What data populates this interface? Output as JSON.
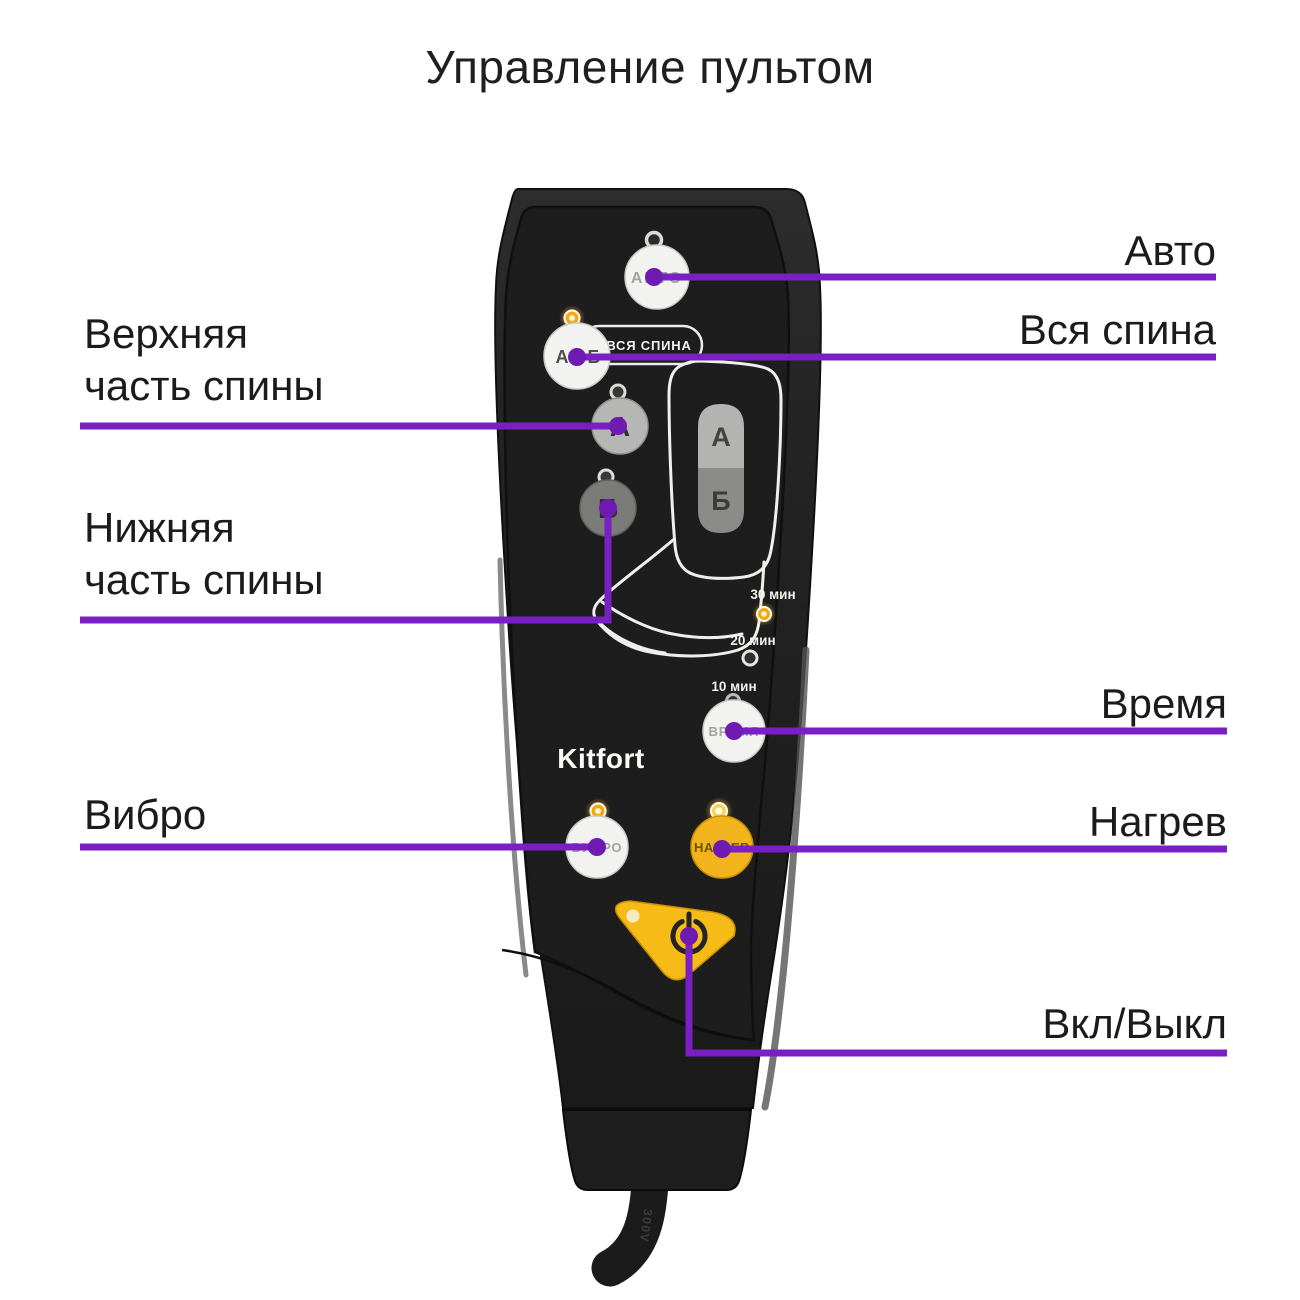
{
  "title": "Управление пультом",
  "colors": {
    "accent_purple": "#7a1fc4",
    "remote_body": "#232323",
    "panel": "#1d1d1d",
    "button_white": "#f2f2f0",
    "heat_yellow": "#f2b41c",
    "power_yellow": "#f6bb16",
    "led_lit": "#f7a81b"
  },
  "remote": {
    "brand": "Kitfort",
    "buttons": {
      "auto": "АВТО",
      "ab_left": "А",
      "ab_right": "Б",
      "full_back_pill": "ВСЯ СПИНА",
      "zone_a": "А",
      "zone_b": "Б",
      "time": "ВРЕМЯ",
      "vibro": "ВИБРО",
      "heat": "НАГРЕВ"
    },
    "seat": {
      "zone_a": "А",
      "zone_b": "Б"
    },
    "timers": [
      "30 мин",
      "20 мин",
      "10 мин"
    ],
    "cable_marking": "300V"
  },
  "callouts": {
    "auto": "Авто",
    "full_back": "Вся спина",
    "upper_back_line1": "Верхняя",
    "upper_back_line2": "часть спины",
    "lower_back_line1": "Нижняя",
    "lower_back_line2": "часть спины",
    "time": "Время",
    "vibro": "Вибро",
    "heat": "Нагрев",
    "power": "Вкл/Выкл"
  }
}
